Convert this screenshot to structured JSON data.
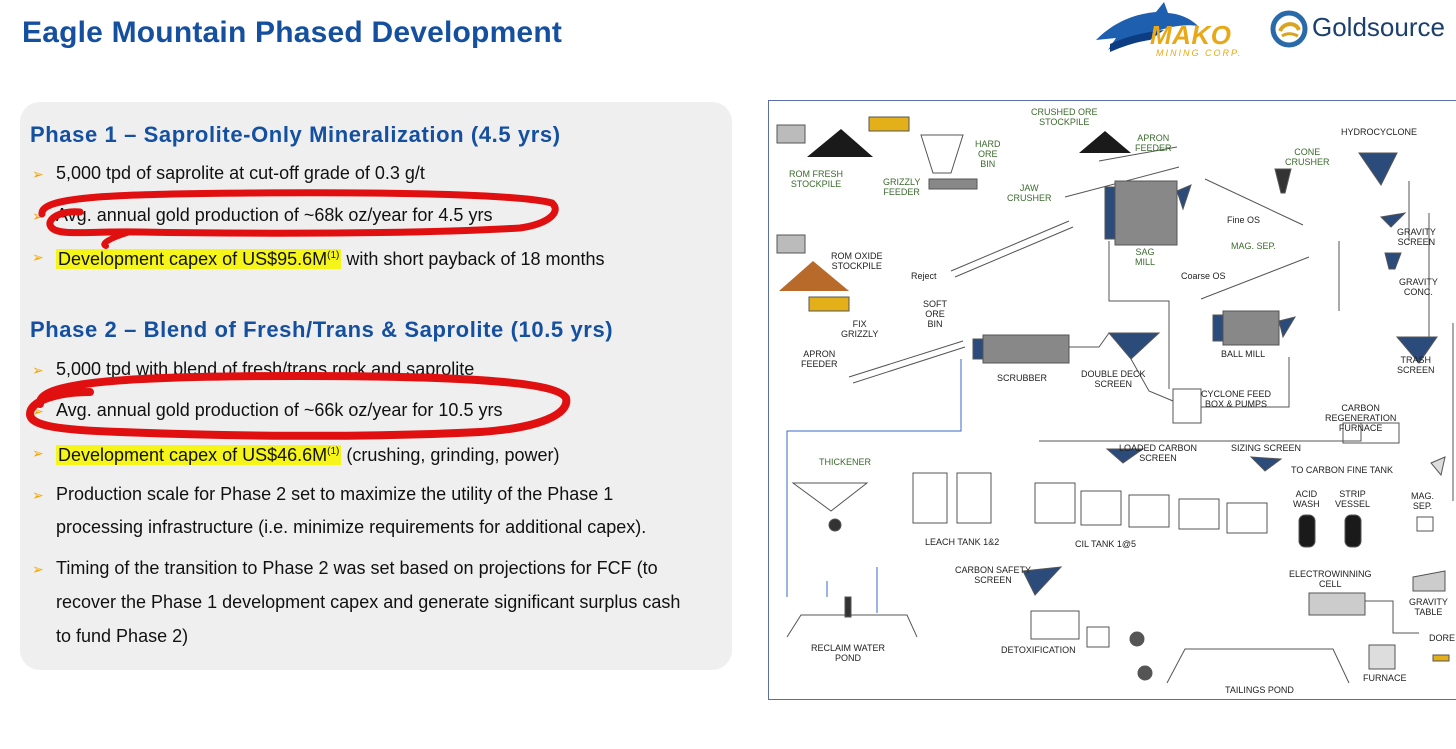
{
  "title": "Eagle Mountain Phased Development",
  "logos": {
    "mako": "MAKO",
    "mako_sub": "MINING CORP.",
    "goldsource": "Goldsource"
  },
  "phase1": {
    "heading": "Phase 1 – Saprolite-Only Mineralization (4.5 yrs)",
    "bullets": [
      "5,000 tpd of saprolite at cut-off grade of 0.3 g/t",
      "Avg. annual gold production of ~68k oz/year for 4.5 yrs"
    ],
    "capex_hl": "Development capex of US$95.6M",
    "capex_sup": "(1)",
    "capex_rest": " with short payback of 18 months"
  },
  "phase2": {
    "heading": "Phase 2 – Blend of Fresh/Trans & Saprolite (10.5 yrs)",
    "bullets": [
      "5,000 tpd with blend of fresh/trans rock and saprolite",
      "Avg. annual gold production of ~66k oz/year for 10.5 yrs"
    ],
    "capex_hl": "Development capex of US$46.6M",
    "capex_sup": "(1)",
    "capex_rest": " (crushing, grinding, power)",
    "para1_l1": "Production scale for Phase 2 set to maximize the utility of the Phase 1",
    "para1_l2": "processing infrastructure (i.e. minimize requirements for additional capex).",
    "para2_l1": "Timing of the transition to Phase 2 was set based on projections for FCF (to",
    "para2_l2": "recover the Phase 1 development capex and generate significant surplus cash",
    "para2_l3": "to fund Phase 2)"
  },
  "diagram_labels": {
    "rom_fresh": [
      "ROM FRESH",
      "STOCKPILE"
    ],
    "grizzly_feeder": [
      "GRIZZLY",
      "FEEDER"
    ],
    "hard_ore_bin": [
      "HARD",
      "ORE",
      "BIN"
    ],
    "crushed_ore": [
      "CRUSHED ORE",
      "STOCKPILE"
    ],
    "apron_feeder_top": [
      "APRON",
      "FEEDER"
    ],
    "cone_crusher": [
      "CONE",
      "CRUSHER"
    ],
    "hydrocyclone": "HYDROCYCLONE",
    "jaw_crusher": [
      "JAW",
      "CRUSHER"
    ],
    "sag_mill": [
      "SAG",
      "MILL"
    ],
    "fine_os": "Fine OS",
    "gravity_screen": [
      "GRAVITY",
      "SCREEN"
    ],
    "mag_sep_top": "MAG. SEP.",
    "rom_oxide": [
      "ROM OXIDE",
      "STOCKPILE"
    ],
    "reject": "Reject",
    "coarse_os": "Coarse OS",
    "gravity_conc": [
      "GRAVITY",
      "CONC."
    ],
    "soft_ore_bin": [
      "SOFT",
      "ORE",
      "BIN"
    ],
    "fix_grizzly": [
      "FIX",
      "GRIZZLY"
    ],
    "apron_feeder_bottom": [
      "APRON",
      "FEEDER"
    ],
    "ball_mill": "BALL MILL",
    "trash_screen": [
      "TRASH",
      "SCREEN"
    ],
    "scrubber": "SCRUBBER",
    "double_deck": [
      "DOUBLE DECK",
      "SCREEN"
    ],
    "cyclone_feed": [
      "CYCLONE FEED",
      "BOX & PUMPS"
    ],
    "carbon_regen": [
      "CARBON",
      "REGENERATION",
      "FURNACE"
    ],
    "loaded_carbon": [
      "LOADED CARBON",
      "SCREEN"
    ],
    "sizing_screen": "SIZING SCREEN",
    "thickener": "THICKENER",
    "to_carbon_fine": "TO CARBON FINE TANK",
    "acid_wash": [
      "ACID",
      "WASH"
    ],
    "strip_vessel": [
      "STRIP",
      "VESSEL"
    ],
    "mag_sep_bottom": [
      "MAG.",
      "SEP."
    ],
    "leach_tank": "LEACH TANK 1&2",
    "cil_tank": "CIL TANK 1@5",
    "carbon_safety": [
      "CARBON SAFETY",
      "SCREEN"
    ],
    "electrowinning": [
      "ELECTROWINNING",
      "CELL"
    ],
    "gravity_table": [
      "GRAVITY",
      "TABLE"
    ],
    "reclaim_water": [
      "RECLAIM WATER",
      "POND"
    ],
    "detox": "DETOXIFICATION",
    "dore": "DORE",
    "tailings": "TAILINGS POND",
    "furnace": "FURNACE"
  },
  "colors": {
    "title": "#1550a0",
    "highlight": "#f5f51a",
    "annotation": "#e01010",
    "bullet": "#f0a500"
  }
}
